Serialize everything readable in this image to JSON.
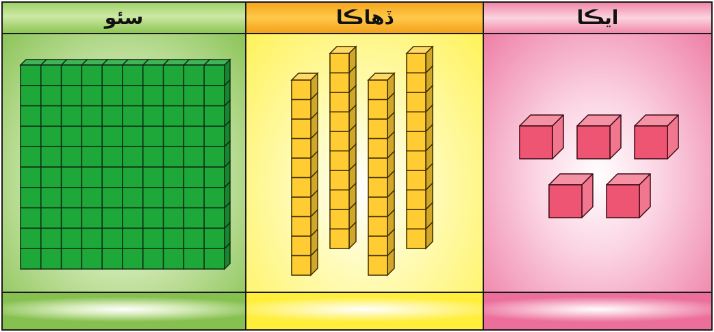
{
  "columns": [
    {
      "id": "hundreds",
      "label": "سئو",
      "block_type": "hundred-flat",
      "count": 1,
      "color": "#1ea83a"
    },
    {
      "id": "tens",
      "label": "ڏهاڪا",
      "block_type": "ten-rod",
      "count": 4,
      "color": "#ffcc33"
    },
    {
      "id": "ones",
      "label": "ايڪا",
      "block_type": "unit-cube",
      "count": 5,
      "color": "#ee5572"
    }
  ],
  "colors": {
    "green_header": "#9fd16a",
    "yellow_header": "#f6a51d",
    "pink_header": "#f088a8",
    "border": "#1a1a1a"
  }
}
